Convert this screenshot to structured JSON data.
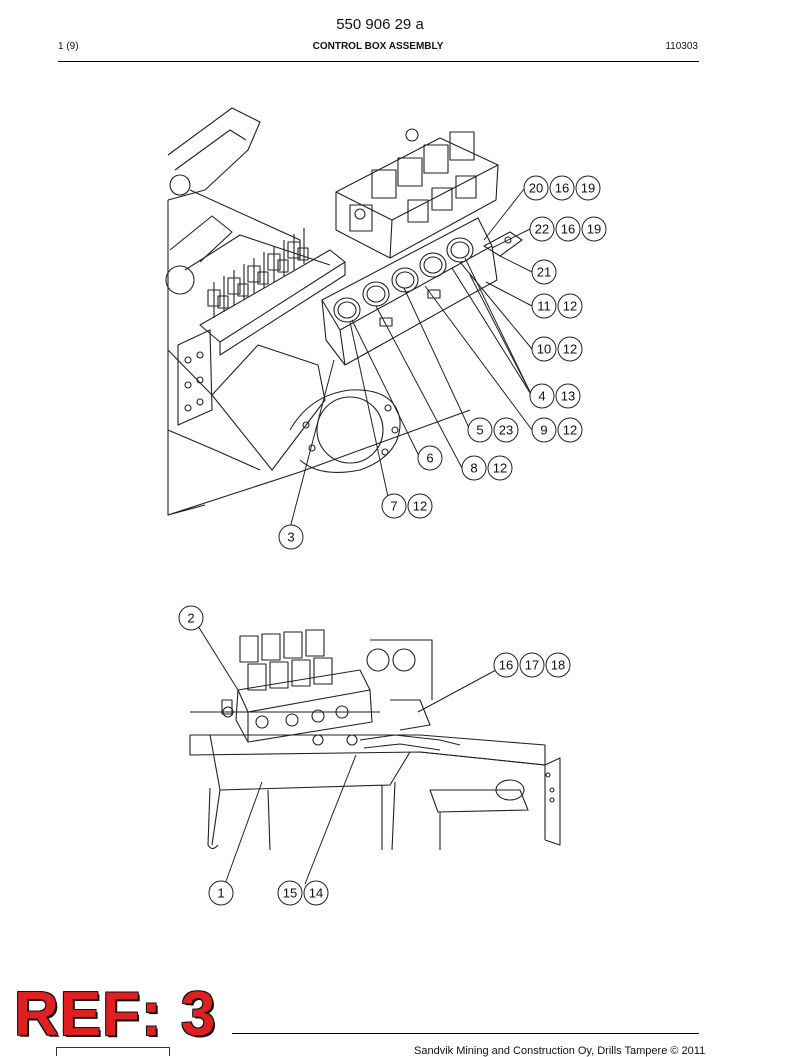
{
  "header": {
    "doc_number": "550 906 29 a",
    "page": "1 (9)",
    "title": "CONTROL BOX ASSEMBLY",
    "date": "110303"
  },
  "callouts_top": [
    [
      "20",
      "16",
      "19"
    ],
    [
      "22",
      "16",
      "19"
    ],
    [
      "21"
    ],
    [
      "11",
      "12"
    ],
    [
      "10",
      "12"
    ],
    [
      "4",
      "13"
    ],
    [
      "5",
      "23"
    ],
    [
      "9",
      "12"
    ],
    [
      "6"
    ],
    [
      "8",
      "12"
    ],
    [
      "7",
      "12"
    ],
    [
      "3"
    ]
  ],
  "callouts_bottom": [
    [
      "2"
    ],
    [
      "16",
      "17",
      "18"
    ],
    [
      "1"
    ],
    [
      "15",
      "14"
    ]
  ],
  "stamp": "REF: 3",
  "footer": {
    "text": "Sandvik Mining and Construction Oy, Drills Tampere © 2011"
  }
}
